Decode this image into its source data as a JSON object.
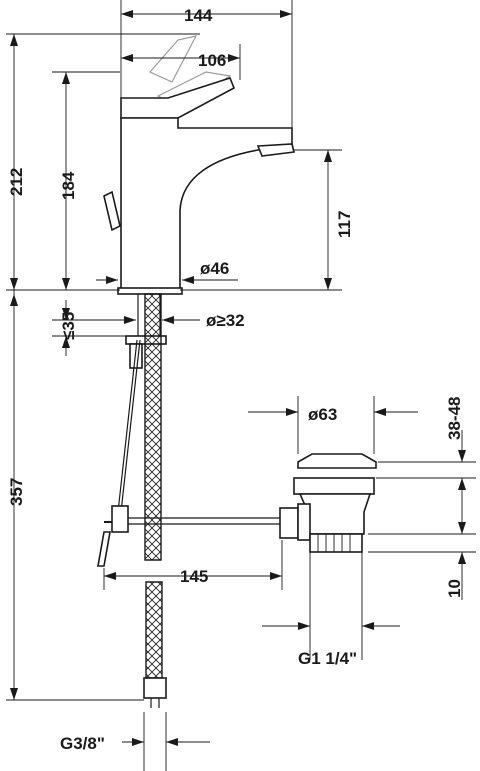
{
  "dimensions": {
    "spout_reach_total": "144",
    "lever_reach": "106",
    "height_total": "212",
    "height_body": "184",
    "spout_height": "117",
    "body_diameter": "ø46",
    "deck_thickness": "≤35",
    "hole_diameter": "ø≥32",
    "pipe_length": "357",
    "drain_diameter": "ø63",
    "drain_stroke": "38-48",
    "drain_offset": "10",
    "rod_length": "145",
    "drain_thread": "G1 1/4\"",
    "supply_thread": "G3/8\""
  }
}
